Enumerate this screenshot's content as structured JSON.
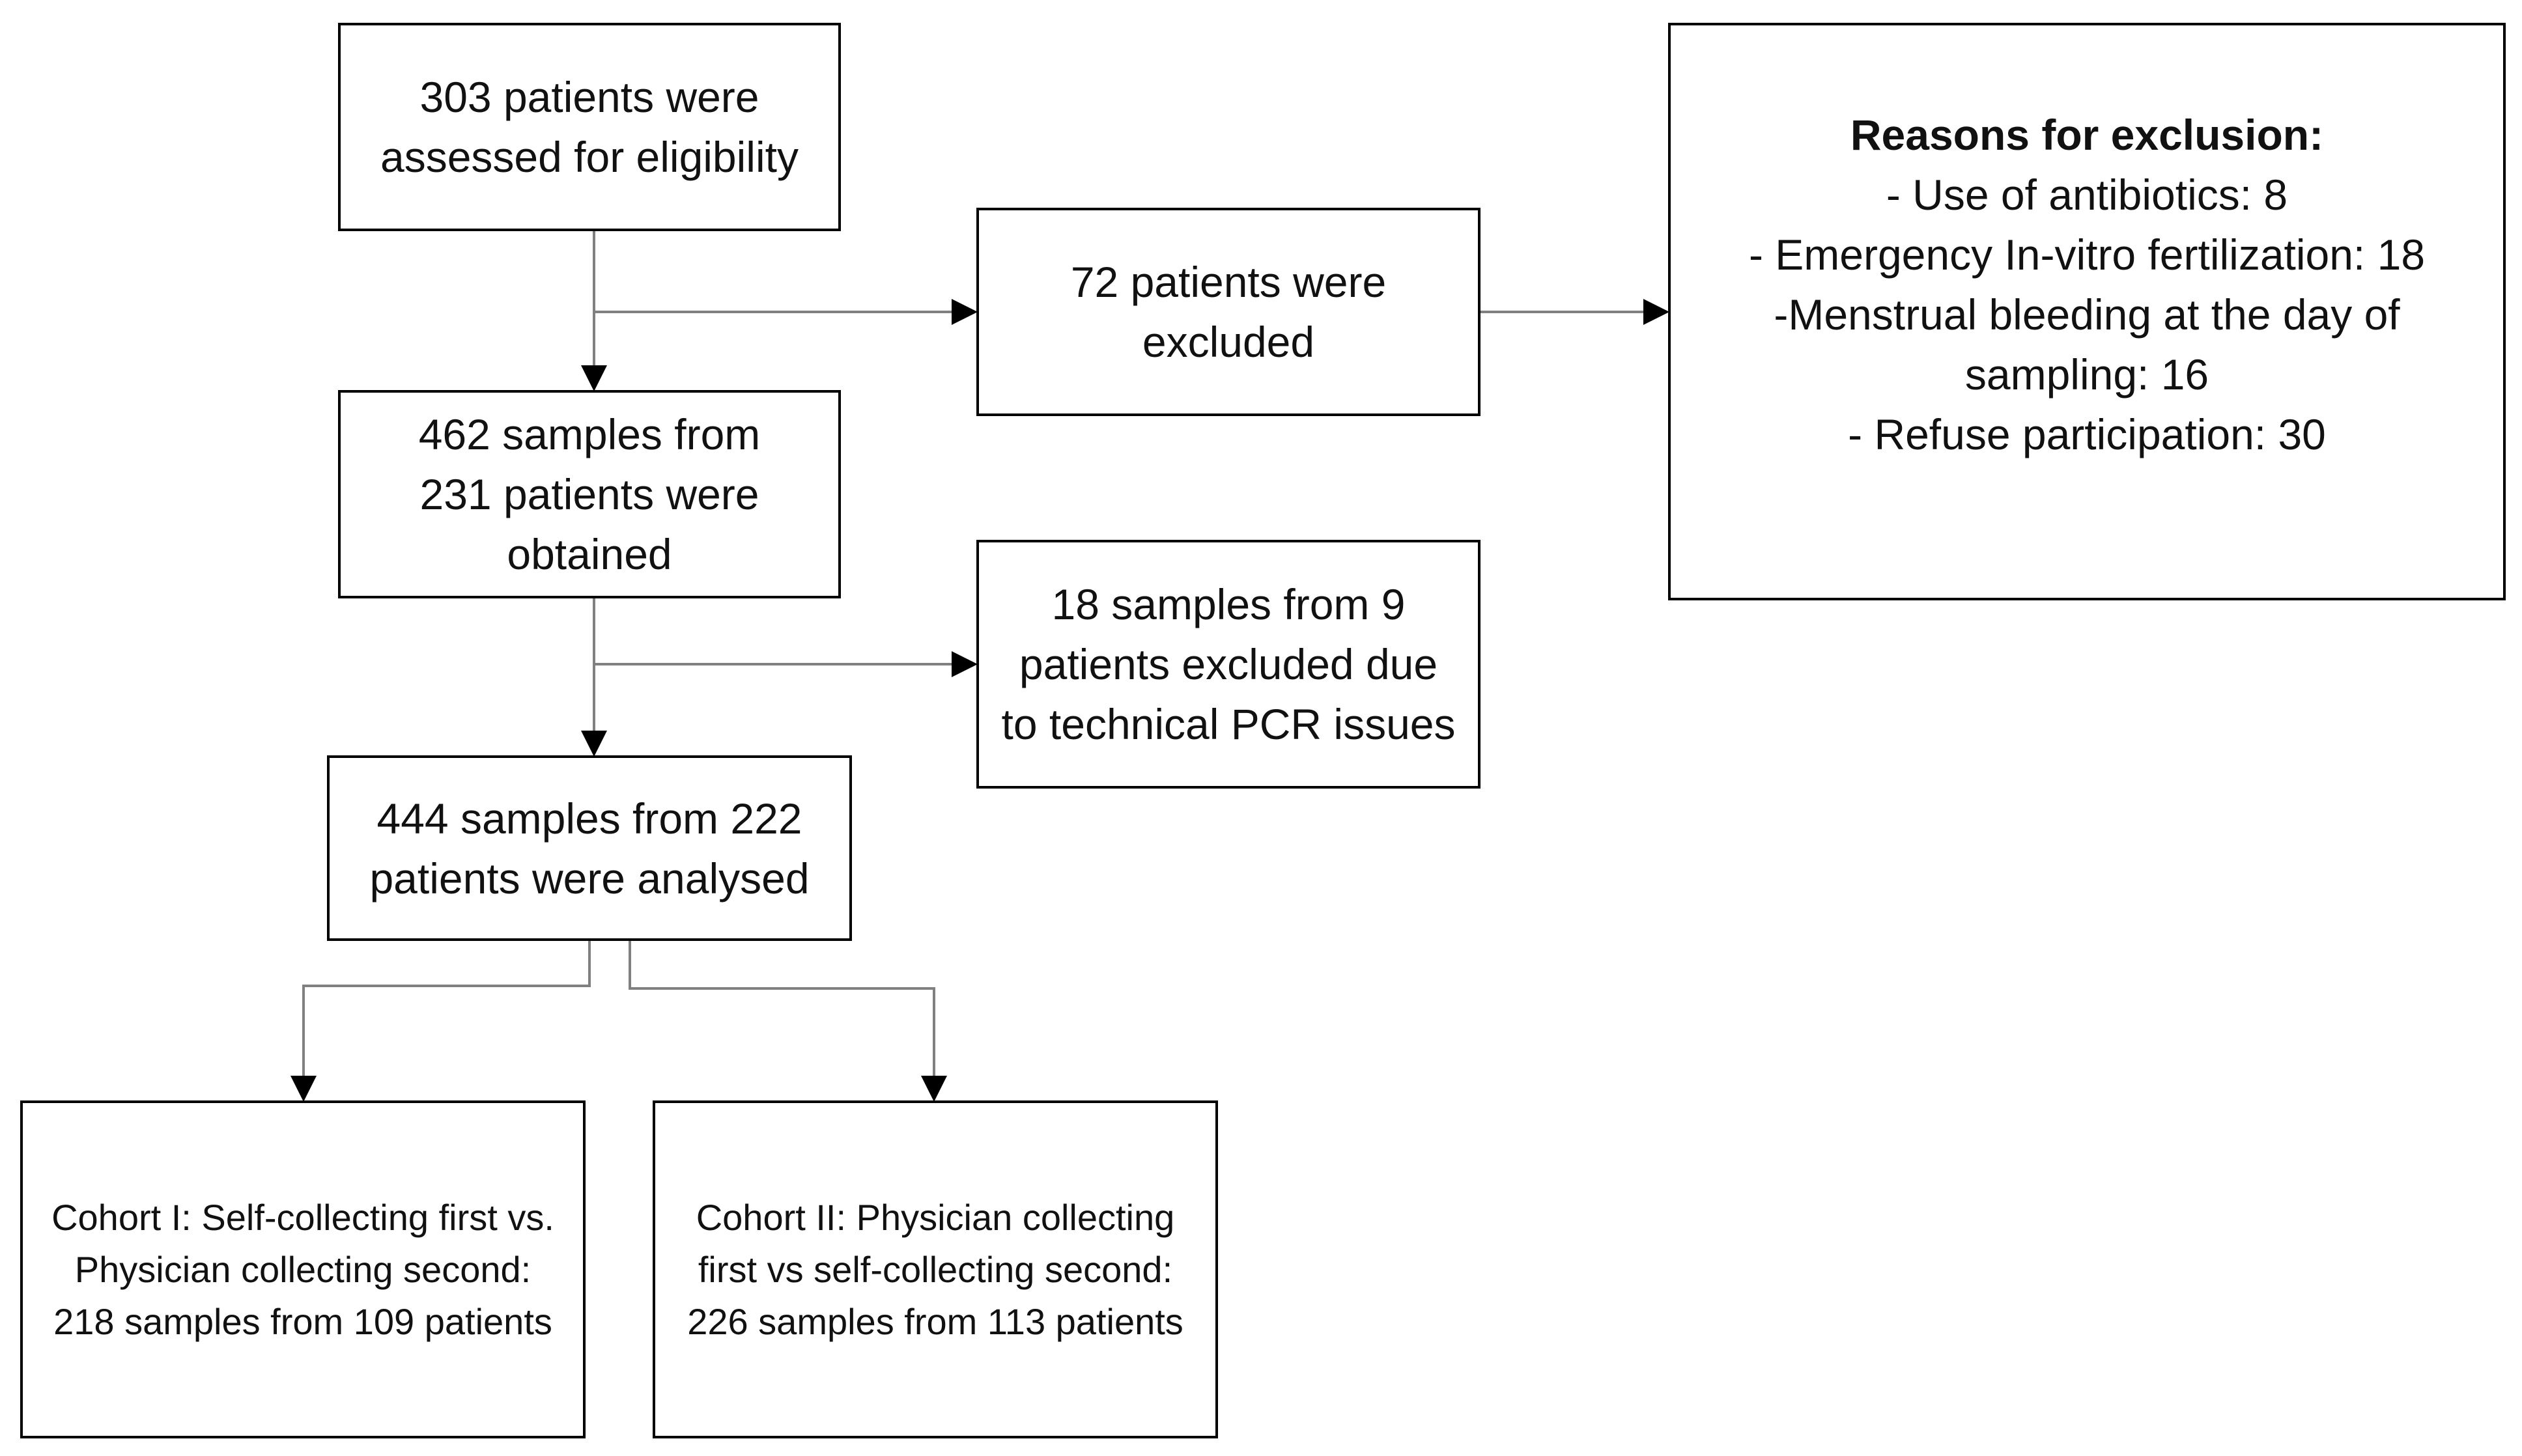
{
  "diagram": {
    "boxes": {
      "assessed": {
        "lines": [
          "303 patients were",
          "assessed for eligibility"
        ]
      },
      "obtained": {
        "lines": [
          "462 samples from",
          "231 patients were",
          "obtained"
        ]
      },
      "analysed": {
        "lines": [
          "444 samples from 222",
          "patients were analysed"
        ]
      },
      "excluded_patients": {
        "lines": [
          "72 patients were",
          "excluded"
        ]
      },
      "excluded_samples": {
        "lines": [
          "18 samples from 9",
          "patients excluded due",
          "to technical PCR issues"
        ]
      },
      "exclusion_reasons": {
        "title": "Reasons for exclusion:",
        "items": [
          "- Use of antibiotics: 8",
          "- Emergency In-vitro fertilization: 18",
          "-Menstrual bleeding at the day of",
          "sampling: 16",
          "- Refuse participation: 30"
        ]
      },
      "cohort1": {
        "lines": [
          "Cohort I: Self-collecting first vs.",
          "Physician collecting second:",
          "218 samples from 109 patients"
        ]
      },
      "cohort2": {
        "lines": [
          "Cohort II: Physician collecting",
          "first vs self-collecting second:",
          "226 samples from 113 patients"
        ]
      }
    },
    "colors": {
      "line": "#808080",
      "border": "#000000",
      "arrowhead": "#000000",
      "text": "#111111"
    }
  }
}
